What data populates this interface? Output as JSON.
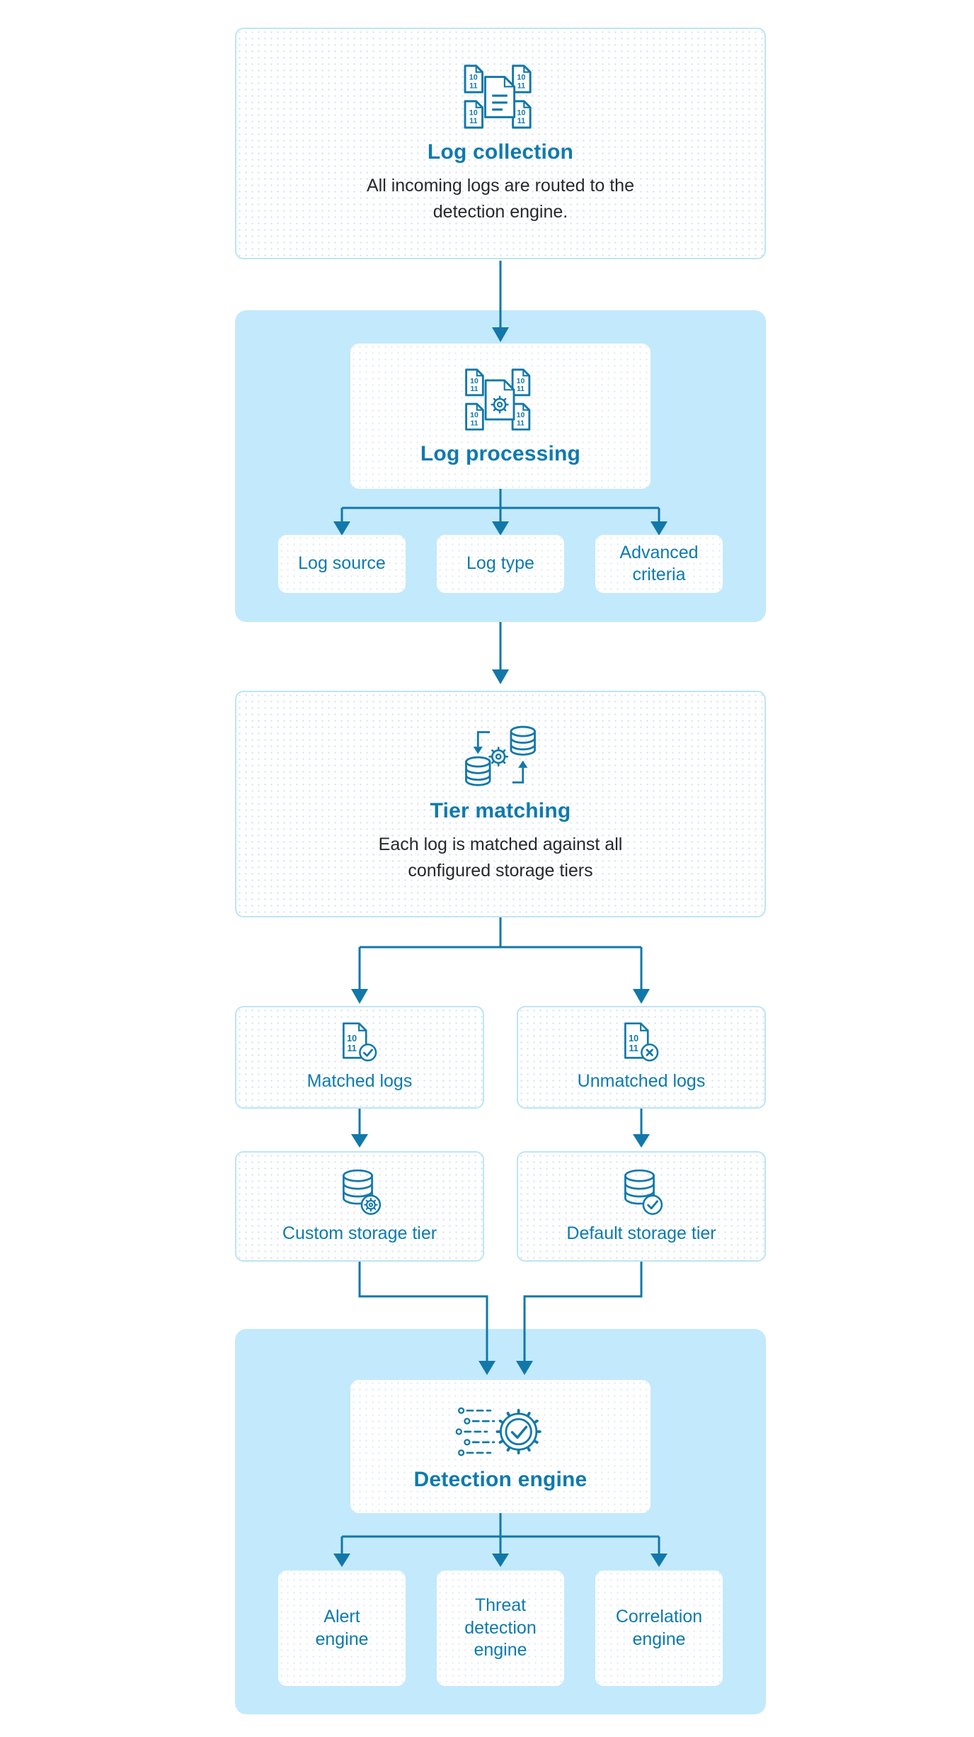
{
  "colors": {
    "accent_text": "#0e7aae",
    "line": "#1178a9",
    "container_bg": "#c3e9fc",
    "panel_border": "#bee4f6",
    "body_text": "#26292c"
  },
  "icons": {
    "log_collection": "log-files-icon",
    "log_processing": "log-files-gear-icon",
    "tier_matching": "database-sync-gear-icon",
    "matched_logs": "log-file-check-icon",
    "unmatched_logs": "log-file-cross-icon",
    "custom_storage_tier": "database-gear-icon",
    "default_storage_tier": "database-check-icon",
    "detection_engine": "gear-check-circuit-icon"
  },
  "flow": {
    "log_collection": {
      "title": "Log collection",
      "description_lines": [
        "All incoming logs are routed to the",
        "detection engine."
      ]
    },
    "log_processing": {
      "title": "Log processing",
      "branches": [
        {
          "label": "Log source"
        },
        {
          "label": "Log type"
        },
        {
          "label": "Advanced criteria"
        }
      ]
    },
    "tier_matching": {
      "title": "Tier matching",
      "description_lines": [
        "Each log is matched against all",
        "configured storage tiers"
      ]
    },
    "matched_logs": {
      "label": "Matched logs"
    },
    "unmatched_logs": {
      "label": "Unmatched logs"
    },
    "custom_storage_tier": {
      "label": "Custom storage tier"
    },
    "default_storage_tier": {
      "label": "Default storage tier"
    },
    "detection_engine": {
      "title": "Detection engine",
      "branches": [
        {
          "label": "Alert engine"
        },
        {
          "label": "Threat detection engine"
        },
        {
          "label": "Correlation engine"
        }
      ]
    }
  }
}
